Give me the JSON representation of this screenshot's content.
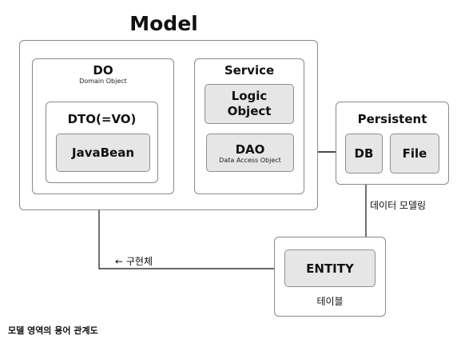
{
  "title": "Model",
  "do": {
    "label": "DO",
    "sublabel": "Domain Object"
  },
  "dto": {
    "label": "DTO(=VO)"
  },
  "javabean": {
    "label": "JavaBean"
  },
  "service": {
    "label": "Service"
  },
  "logic": {
    "line1": "Logic",
    "line2": "Object"
  },
  "dao": {
    "label": "DAO",
    "sublabel": "Data Access Object"
  },
  "persistent": {
    "label": "Persistent"
  },
  "db": {
    "label": "DB"
  },
  "file": {
    "label": "File"
  },
  "entity": {
    "label": "ENTITY"
  },
  "table_label": "테이블",
  "data_modeling_label": "데이터 모델링",
  "implements_label": "← 구현체",
  "caption": "모델 영역의 용어 관계도"
}
